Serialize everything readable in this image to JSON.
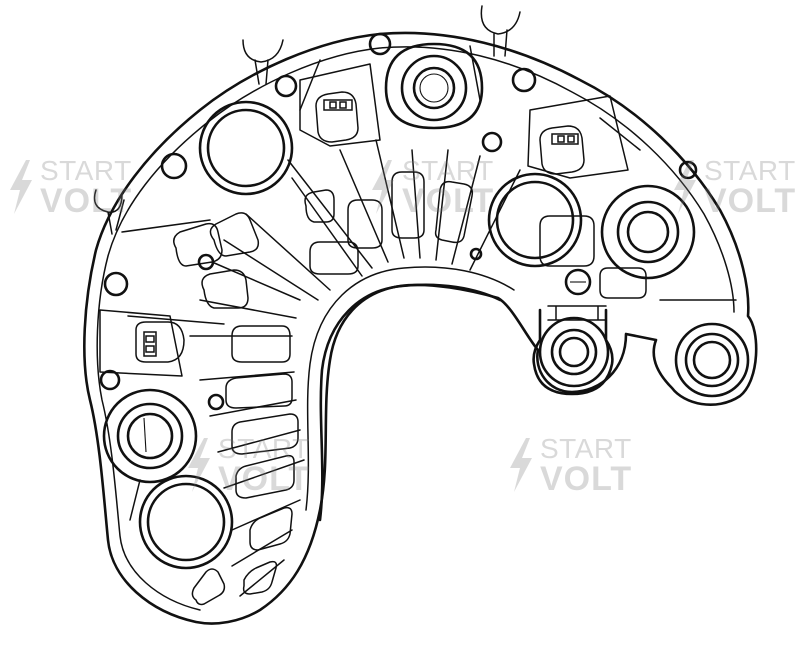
{
  "watermark": {
    "line1": "START",
    "line2": "VOLT",
    "color": "#7a7a7a",
    "icon": "lightning-bolt-icon"
  },
  "drawing": {
    "subject": "rectifier-diode-bridge",
    "stroke_color": "#111111",
    "background": "#ffffff"
  }
}
